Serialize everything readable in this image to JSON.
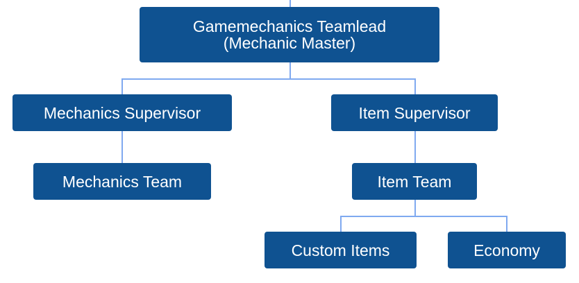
{
  "diagram": {
    "type": "org-chart",
    "colors": {
      "node_fill": "#0f5291",
      "node_text": "#ffffff",
      "connector": "#7fa9f0"
    },
    "nodes": {
      "root": {
        "line1": "Gamemechanics Teamlead",
        "line2": "(Mechanic Master)"
      },
      "mechanics_supervisor": {
        "label": "Mechanics Supervisor"
      },
      "mechanics_team": {
        "label": "Mechanics Team"
      },
      "item_supervisor": {
        "label": "Item Supervisor"
      },
      "item_team": {
        "label": "Item Team"
      },
      "custom_items": {
        "label": "Custom Items"
      },
      "economy": {
        "label": "Economy"
      }
    },
    "edges": [
      [
        "root",
        "mechanics_supervisor"
      ],
      [
        "root",
        "item_supervisor"
      ],
      [
        "mechanics_supervisor",
        "mechanics_team"
      ],
      [
        "item_supervisor",
        "item_team"
      ],
      [
        "item_team",
        "custom_items"
      ],
      [
        "item_team",
        "economy"
      ]
    ]
  }
}
